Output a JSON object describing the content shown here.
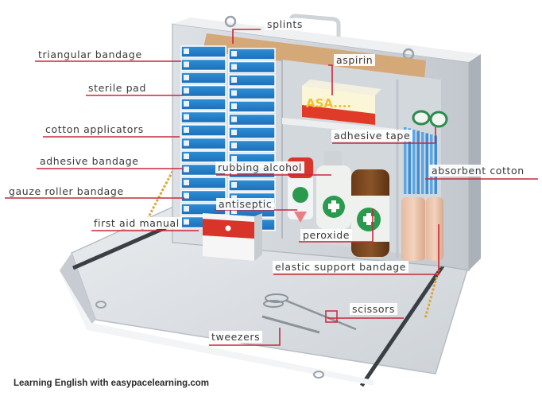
{
  "diagram": {
    "title": "First aid kit",
    "subject": "first-aid-kit",
    "accent_color": "#c8283c",
    "labels": {
      "splints": "splints",
      "triangular_bandage": "triangular bandage",
      "aspirin": "aspirin",
      "sterile_pad": "sterile pad",
      "cotton_applicators": "cotton applicators",
      "adhesive_tape": "adhesive tape",
      "adhesive_bandage": "adhesive bandage",
      "rubbing_alcohol": "rubbing alcohol",
      "absorbent_cotton": "absorbent cotton",
      "gauze_roller_bandage": "gauze roller bandage",
      "antiseptic": "antiseptic",
      "first_aid_manual": "first aid manual",
      "peroxide": "peroxide",
      "elastic_support_bandage": "elastic support bandage",
      "scissors": "scissors",
      "tweezers": "tweezers"
    },
    "aspirin_box_text": "ASA....",
    "credit": "Learning English with easypacelearning.com"
  }
}
